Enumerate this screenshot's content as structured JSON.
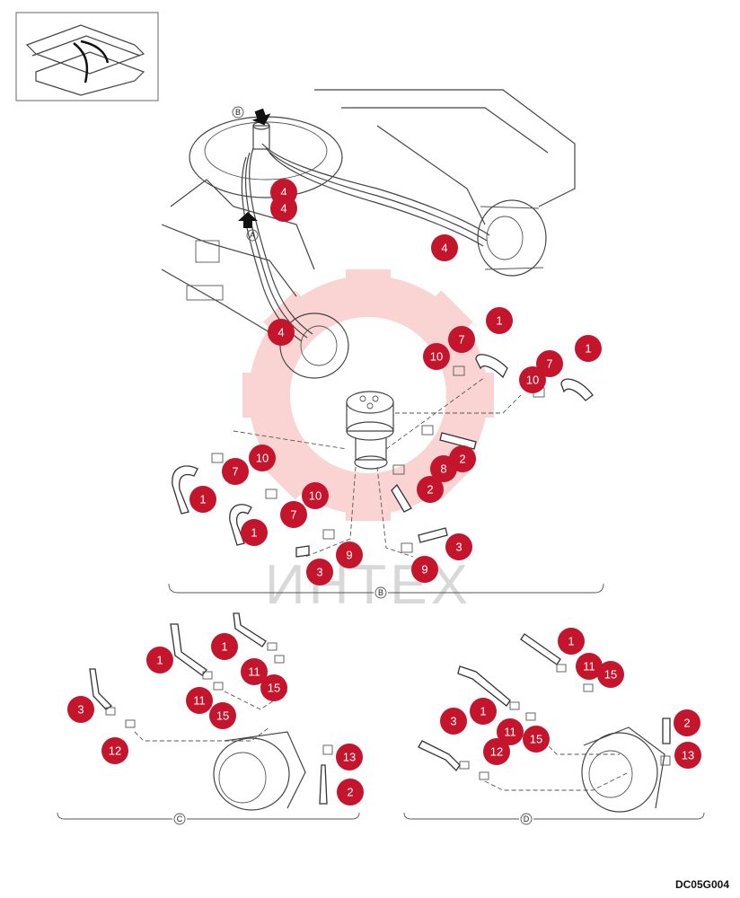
{
  "drawing_code": "DC05G004",
  "watermark_text": "ИНТЕХ",
  "views": {
    "top": "B",
    "lower_left": "C",
    "lower_right": "D",
    "arrow_a": "A",
    "arrow_b": "B"
  },
  "callouts": [
    {
      "label": "4"
    },
    {
      "label": "4"
    },
    {
      "label": "4"
    },
    {
      "label": "4"
    },
    {
      "label": "1"
    },
    {
      "label": "7"
    },
    {
      "label": "10"
    },
    {
      "label": "1"
    },
    {
      "label": "7"
    },
    {
      "label": "10"
    },
    {
      "label": "10"
    },
    {
      "label": "7"
    },
    {
      "label": "1"
    },
    {
      "label": "10"
    },
    {
      "label": "7"
    },
    {
      "label": "1"
    },
    {
      "label": "8"
    },
    {
      "label": "2"
    },
    {
      "label": "2"
    },
    {
      "label": "3"
    },
    {
      "label": "9"
    },
    {
      "label": "9"
    },
    {
      "label": "3"
    },
    {
      "label": "1"
    },
    {
      "label": "1"
    },
    {
      "label": "11"
    },
    {
      "label": "15"
    },
    {
      "label": "3"
    },
    {
      "label": "11"
    },
    {
      "label": "15"
    },
    {
      "label": "12"
    },
    {
      "label": "13"
    },
    {
      "label": "2"
    },
    {
      "label": "1"
    },
    {
      "label": "11"
    },
    {
      "label": "15"
    },
    {
      "label": "3"
    },
    {
      "label": "1"
    },
    {
      "label": "11"
    },
    {
      "label": "15"
    },
    {
      "label": "12"
    },
    {
      "label": "2"
    },
    {
      "label": "13"
    }
  ],
  "colors": {
    "callout": "#c4152d",
    "watermark": "#f6b8b8"
  }
}
